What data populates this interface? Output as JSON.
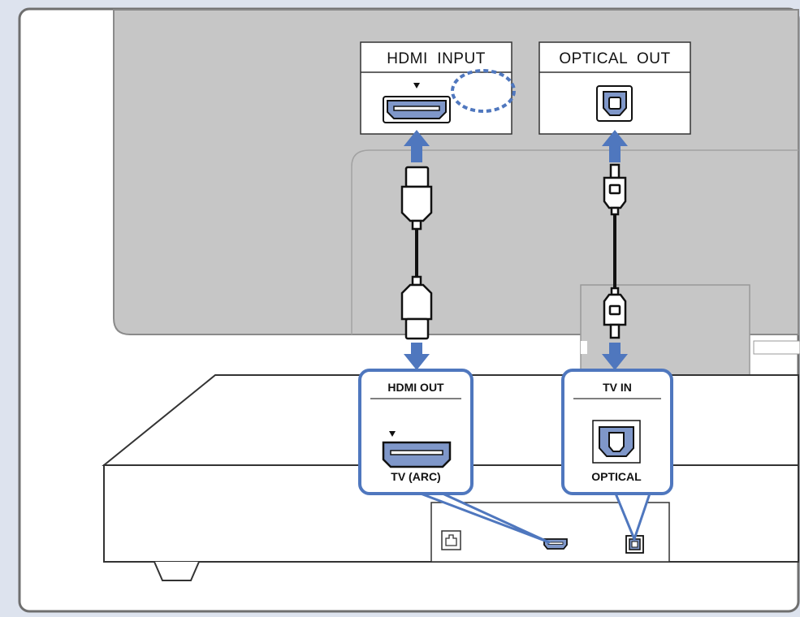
{
  "colors": {
    "page_background": "#dde3ee",
    "panel_background": "#ffffff",
    "tv_back": "#c6c6c6",
    "accent_blue": "#4f77be",
    "port_blue": "#7f97c9",
    "outline": "#333333"
  },
  "tv": {
    "hdmi_input_label": "HDMI  INPUT",
    "optical_out_label": "OPTICAL  OUT"
  },
  "soundbar": {
    "hdmi_out_label": "HDMI OUT",
    "hdmi_port_label": "TV (ARC)",
    "tv_in_label": "TV IN",
    "optical_port_label": "OPTICAL"
  },
  "icons": {
    "hdmi_port": "hdmi-port-icon",
    "optical_port": "optical-port-icon",
    "hdmi_plug": "hdmi-plug-icon",
    "optical_plug": "optical-plug-icon",
    "ethernet_port": "ethernet-port-icon",
    "arrow": "arrow-icon",
    "highlight_circle": "dashed-highlight-icon"
  }
}
